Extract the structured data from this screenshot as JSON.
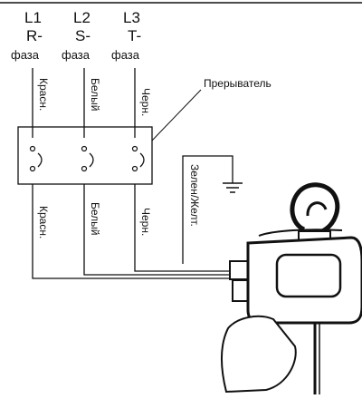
{
  "phases": [
    {
      "line": "L1",
      "code": "R-",
      "word": "фаза"
    },
    {
      "line": "L2",
      "code": "S-",
      "word": "фаза"
    },
    {
      "line": "L3",
      "code": "T-",
      "word": "фаза"
    }
  ],
  "wire_labels_top": [
    "Красн.",
    "Белый",
    "Черн."
  ],
  "wire_labels_bottom": [
    "Красн.",
    "Белый",
    "Черн."
  ],
  "breaker_label": "Прерыватель",
  "ground_label": "Зелен/Желт."
}
